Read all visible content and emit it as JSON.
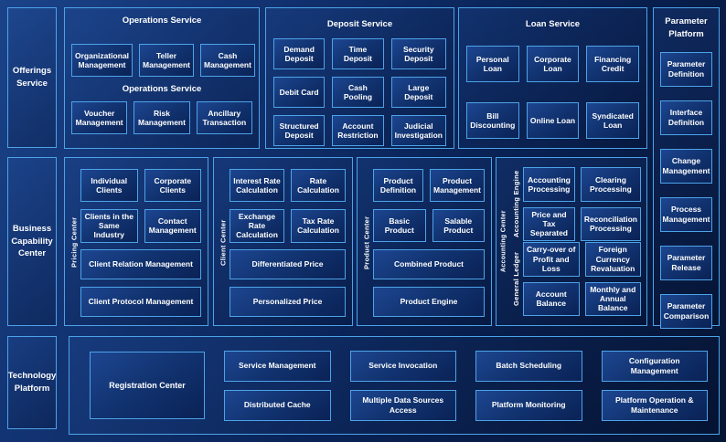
{
  "colors": {
    "accent_border": "#4da3e8",
    "background_dark": "#071a43",
    "background_light": "#1b4389",
    "box_fill": "#123472",
    "text": "#ffffff"
  },
  "sidebar": {
    "offerings_service": "Offerings Service",
    "business_capability_center": "Business Capability Center",
    "technology_platform": "Technology Platform"
  },
  "operations_service": {
    "title": "Operations Service",
    "subtitle": "Operations Service",
    "row1": [
      "Organizational Management",
      "Teller Management",
      "Cash Management"
    ],
    "row2": [
      "Voucher Management",
      "Risk Management",
      "Ancillary Transaction"
    ]
  },
  "deposit_service": {
    "title": "Deposit Service",
    "items": [
      "Demand Deposit",
      "Time Deposit",
      "Security Deposit",
      "Debit Card",
      "Cash Pooling",
      "Large Deposit",
      "Structured Deposit",
      "Account Restriction",
      "Judicial Investigation"
    ]
  },
  "loan_service": {
    "title": "Loan Service",
    "items": [
      "Personal Loan",
      "Corporate Loan",
      "Financing Credit",
      "Bill Discounting",
      "Online Loan",
      "Syndicated Loan"
    ]
  },
  "parameter_platform": {
    "title": "Parameter Platform",
    "items": [
      "Parameter Definition",
      "Interface Definition",
      "Change Management",
      "Process Management",
      "Parameter Release",
      "Parameter Comparison"
    ]
  },
  "pricing_center": {
    "label": "Pricing Center",
    "small": [
      "Individual Clients",
      "Corporate Clients",
      "Clients in the Same Industry",
      "Contact Management"
    ],
    "wide": [
      "Client Relation Management",
      "Client Protocol Management"
    ]
  },
  "client_center": {
    "label": "Client Center",
    "small": [
      "Interest Rate Calculation",
      "Rate Calculation",
      "Exchange Rate Calculation",
      "Tax Rate Calculation"
    ],
    "wide": [
      "Differentiated Price",
      "Personalized Price"
    ]
  },
  "product_center": {
    "label": "Product Center",
    "small": [
      "Product Definition",
      "Product Management",
      "Basic Product",
      "Salable Product"
    ],
    "wide": [
      "Combined Product",
      "Product Engine"
    ]
  },
  "accounting_center": {
    "label": "Accounting Center",
    "groups": [
      {
        "label": "Accounting Engine",
        "items": [
          "Accounting Processing",
          "Clearing Processing",
          "Price and Tax Separated",
          "Reconciliation Processing"
        ]
      },
      {
        "label": "General Ledger",
        "items": [
          "Carry-over of Profit and Loss",
          "Foreign Currency Revaluation",
          "Account Balance",
          "Monthly and Annual Balance"
        ]
      }
    ]
  },
  "technology_platform_panel": {
    "registration": "Registration Center",
    "row1": [
      "Service Management",
      "Service Invocation",
      "Batch Scheduling",
      "Configuration Management"
    ],
    "row2": [
      "Distributed Cache",
      "Multiple Data Sources Access",
      "Platform Monitoring",
      "Platform Operation & Maintenance"
    ]
  }
}
